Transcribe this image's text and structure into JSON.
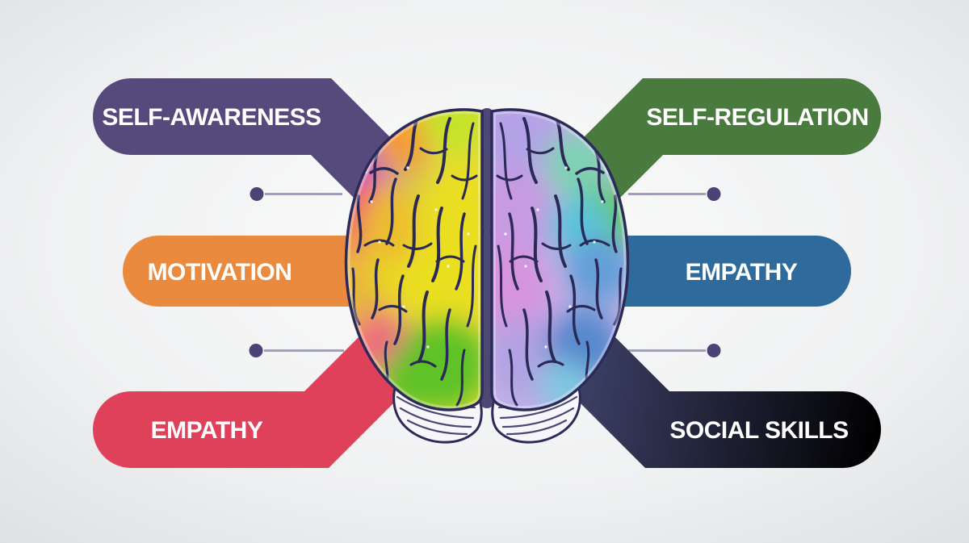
{
  "background": {
    "center_color": "#fbfbfb",
    "edge_color": "#dee0e2"
  },
  "connectors": {
    "line_color": "#a29dc2",
    "dot_color": "#4a4476"
  },
  "labels": {
    "top_left": {
      "text": "SELF-AWARENESS",
      "color": "#564a7d"
    },
    "top_right": {
      "text": "SELF-REGULATION",
      "color": "#4a7b3e"
    },
    "mid_left": {
      "text": "MOTIVATION",
      "color": "#e98a3e"
    },
    "mid_right": {
      "text": "EMPATHY",
      "color": "#2f6a9c"
    },
    "bottom_left": {
      "text": "EMPATHY",
      "color": "#e0415a"
    },
    "bottom_right": {
      "text": "SOCIAL SKILLS",
      "color": "#4c5181",
      "color_end": "#61489   0"
    }
  },
  "brain": {
    "name": "human-brain-top-view-illustration",
    "outline_color": "#2b2a58",
    "left_hemisphere_palette": [
      "#a468cf",
      "#f59b35",
      "#f2546a",
      "#e8609e",
      "#e9e01a",
      "#c6e32c",
      "#5ec226",
      "#e7b33e"
    ],
    "right_hemisphere_palette": [
      "#b4a2e6",
      "#c89ae2",
      "#d694de",
      "#7ed2b2",
      "#63c84e",
      "#5cc4da",
      "#649ed8",
      "#5488cc"
    ]
  }
}
